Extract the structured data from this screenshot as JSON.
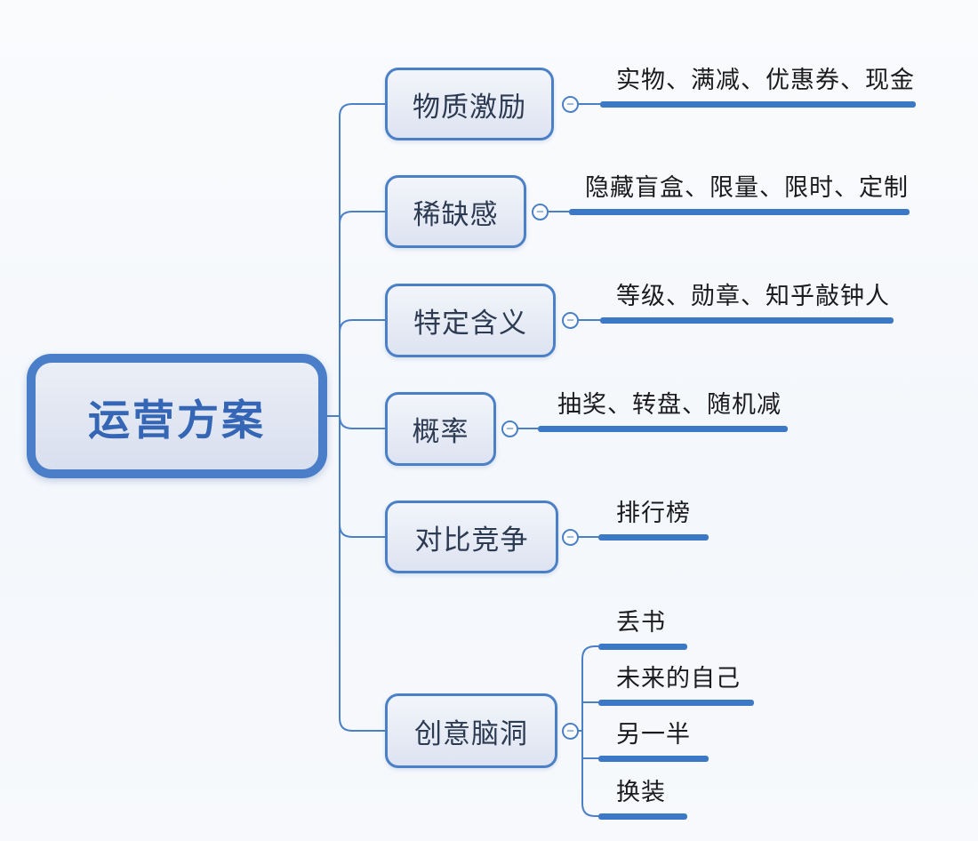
{
  "root": {
    "label": "运营方案"
  },
  "branches": [
    {
      "label": "物质激励",
      "leaf": "实物、满减、优惠券、现金"
    },
    {
      "label": "稀缺感",
      "leaf": "隐藏盲盒、限量、限时、定制"
    },
    {
      "label": "特定含义",
      "leaf": "等级、勋章、知乎敲钟人"
    },
    {
      "label": "概率",
      "leaf": "抽奖、转盘、随机减"
    },
    {
      "label": "对比竞争",
      "leaf": "排行榜"
    },
    {
      "label": "创意脑洞",
      "children": [
        "丢书",
        "未来的自己",
        "另一半",
        "换装"
      ]
    }
  ],
  "icons": {
    "collapse_symbol": "−"
  },
  "colors": {
    "node_border": "#4b80c6",
    "root_border": "#4a7ec8",
    "node_fill_top": "#f2f5fa",
    "node_fill_bottom": "#dde3f1",
    "connector_line": "#4b80c6",
    "leaf_underline": "#3b78c5",
    "root_text": "#3466b5",
    "branch_text": "#2c3a52",
    "leaf_text": "#1b1b1d",
    "background": "#f7f9fc"
  }
}
